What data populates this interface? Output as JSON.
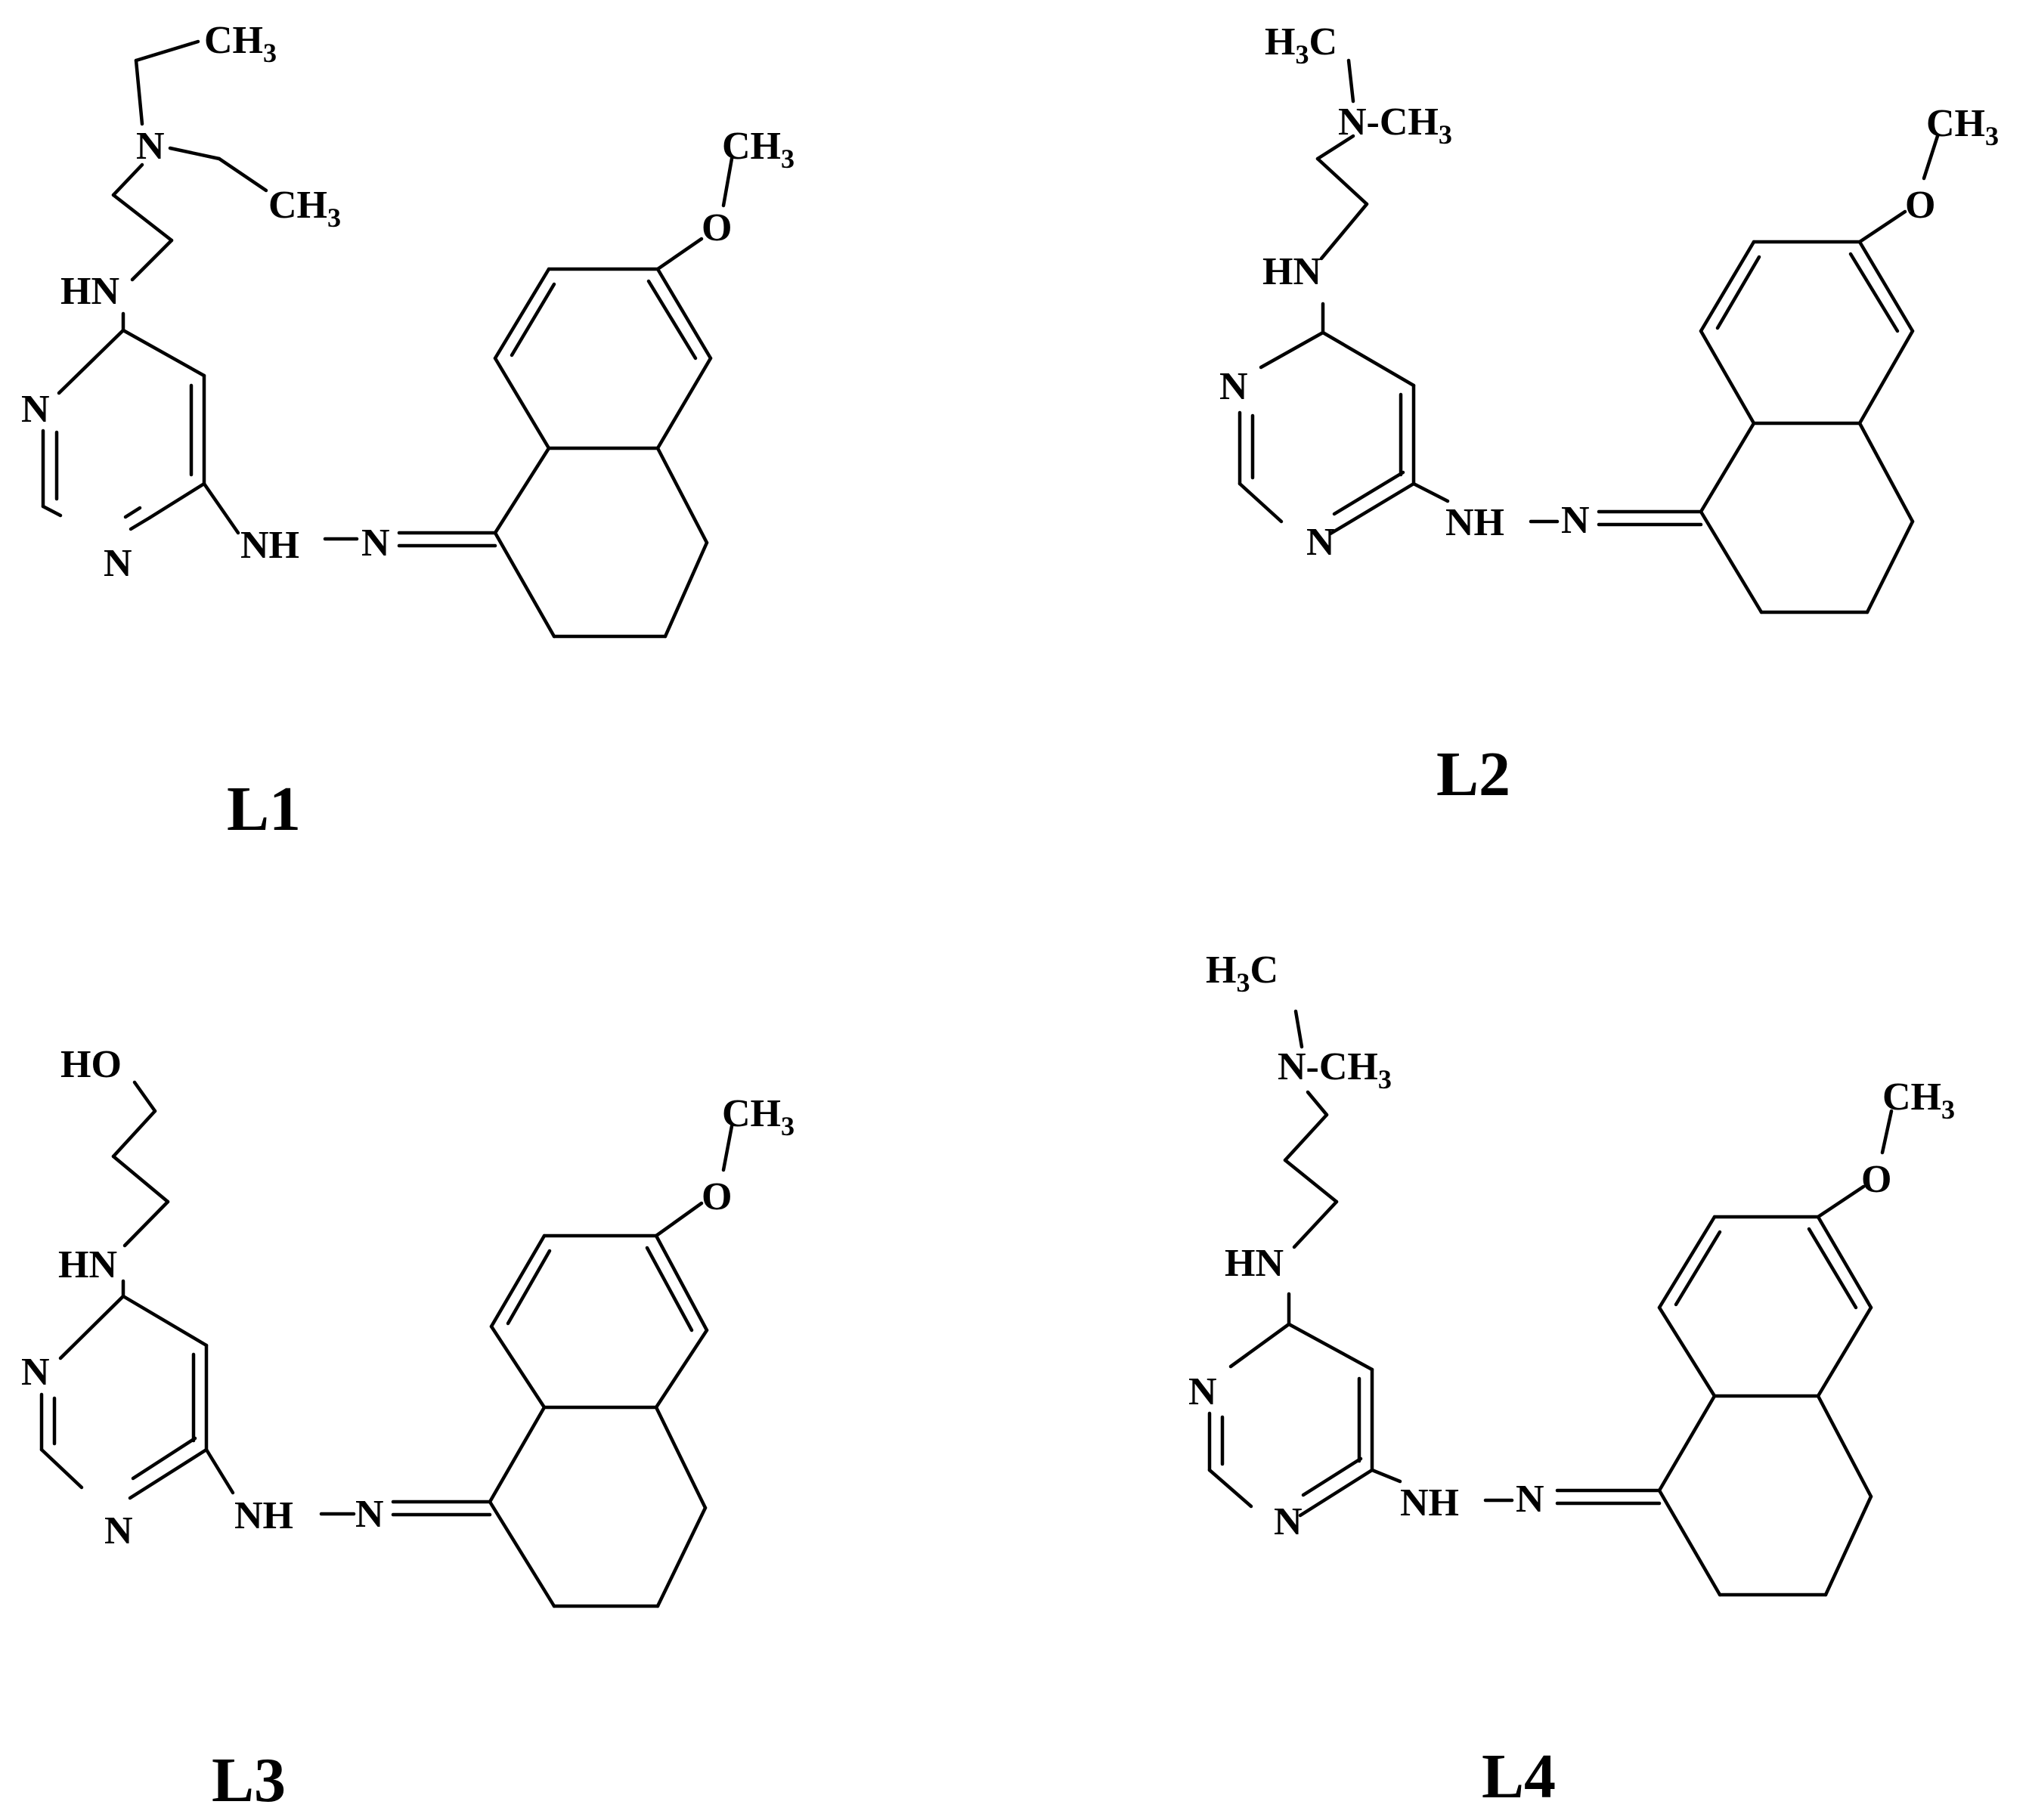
{
  "figure": {
    "colors": {
      "background": "#ffffff",
      "ink": "#000000"
    },
    "compounds": [
      {
        "id": "L1",
        "caption": "L1",
        "labels": {
          "side_chain_top_ch3": {
            "main": "CH",
            "sub": "3"
          },
          "amine_n": {
            "main": "N"
          },
          "side_chain_right_ch3": {
            "main": "CH",
            "sub": "3"
          },
          "methoxy_ch3": {
            "main": "CH",
            "sub": "3"
          },
          "methoxy_o": {
            "main": "O"
          },
          "hn": {
            "main": "HN"
          },
          "ring_n_top": {
            "main": "N"
          },
          "ring_n_bottom": {
            "main": "N"
          },
          "hydrazone_nh": {
            "main": "NH"
          },
          "hydrazone_n": {
            "main": "N"
          }
        }
      },
      {
        "id": "L2",
        "caption": "L2",
        "labels": {
          "h3c": {
            "main": "H",
            "sub": "3",
            "tail": "C"
          },
          "amine_nch3": {
            "main": "N-CH",
            "sub": "3"
          },
          "methoxy_ch3": {
            "main": "CH",
            "sub": "3"
          },
          "methoxy_o": {
            "main": "O"
          },
          "hn": {
            "main": "HN"
          },
          "ring_n_top": {
            "main": "N"
          },
          "ring_n_bottom": {
            "main": "N"
          },
          "hydrazone_nh": {
            "main": "NH"
          },
          "hydrazone_n": {
            "main": "N"
          }
        }
      },
      {
        "id": "L3",
        "caption": "L3",
        "labels": {
          "ho": {
            "main": "HO"
          },
          "methoxy_ch3": {
            "main": "CH",
            "sub": "3"
          },
          "methoxy_o": {
            "main": "O"
          },
          "hn": {
            "main": "HN"
          },
          "ring_n_top": {
            "main": "N"
          },
          "ring_n_bottom": {
            "main": "N"
          },
          "hydrazone_nh": {
            "main": "NH"
          },
          "hydrazone_n": {
            "main": "N"
          }
        }
      },
      {
        "id": "L4",
        "caption": "L4",
        "labels": {
          "h3c": {
            "main": "H",
            "sub": "3",
            "tail": "C"
          },
          "amine_nch3": {
            "main": "N-CH",
            "sub": "3"
          },
          "methoxy_ch3": {
            "main": "CH",
            "sub": "3"
          },
          "methoxy_o": {
            "main": "O"
          },
          "hn": {
            "main": "HN"
          },
          "ring_n_top": {
            "main": "N"
          },
          "ring_n_bottom": {
            "main": "N"
          },
          "hydrazone_nh": {
            "main": "NH"
          },
          "hydrazone_n": {
            "main": "N"
          }
        }
      }
    ]
  }
}
